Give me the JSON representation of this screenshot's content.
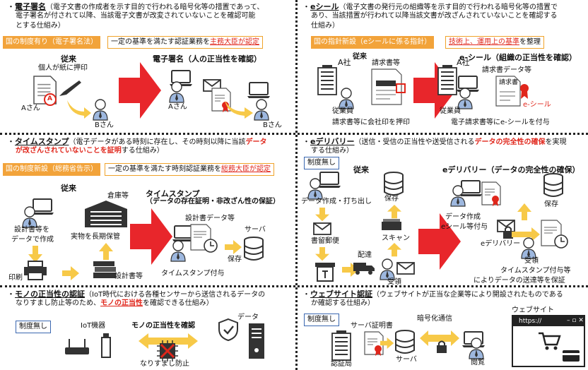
{
  "colors": {
    "accent_red": "#e0261b",
    "orange": "#f2a33a",
    "yellow": "#f7c948",
    "blue_border": "#3a67b0",
    "icon_blue": "#9db7de"
  },
  "esign": {
    "title": "電子署名",
    "desc_1": "（電子文書の作成者を示す目的で行われる暗号化等の措置であって、",
    "desc_2": "電子署名が付されて以降、当該電子文書が改変されていないことを確認可能",
    "desc_3": "とする仕組み）",
    "tag": "国の制度有り（電子署名法）",
    "box_a": "一定の基準を満たす認証業務を",
    "box_b": "主務大臣が認定",
    "left_head": "従来",
    "left_sub": "個人が紙に押印",
    "person_a": "Aさん",
    "person_b": "Bさん",
    "right_head": "電子署名（人の正当性を確認）",
    "r_person_a": "Aさん",
    "r_person_b": "Bさん",
    "stamp_mark": "A"
  },
  "eseal": {
    "title": "eシール",
    "desc_1": "（電子文書の発行元の組織等を示す目的で行われる暗号化等の措置で",
    "desc_2": "あり、当該措置が行われて以降当該文書が改ざんされていないことを確認する",
    "desc_3": "仕組み）",
    "tag": "国の指針新設（eシールに係る指針）",
    "box_a": "技術上、運用上の基準",
    "box_b": "を整理",
    "company": "A社",
    "left_head": "従来",
    "invoice": "請求書等",
    "invoice_inner": "請求書",
    "employee": "従業員",
    "left_caption": "請求書等に会社印を押印",
    "right_head": "e-シール（組織の正当性を確認）",
    "r_company": "A社",
    "r_invoice": "請求書データ等",
    "r_invoice_inner": "請求書",
    "r_seal": "e-シール",
    "r_employee": "従業員",
    "right_caption": "電子請求書等にe-シールを付与"
  },
  "timestamp": {
    "title": "タイムスタンプ",
    "desc_1": "（電子データがある時刻に存在し、その時刻以降に当該",
    "desc_red": "データ",
    "desc_2_red": "が改ざんされていないことを証明",
    "desc_2_end": "する仕組み）",
    "tag": "国の制度新設（総務省告示）",
    "box_a": "一定の基準を満たす時刻認証業務を",
    "box_b": "総務大臣が認定",
    "left_head": "従来",
    "warehouse": "倉庫等",
    "design_docs": "設計書等を",
    "design_docs2": "データで作成",
    "store": "実物を長期保管",
    "print": "印刷",
    "design_book": "設計書等",
    "right_head": "タイムスタンプ",
    "right_sub": "（データの存在証明・非改ざん性の保証）",
    "design_data": "設計書データ等",
    "server": "サーバ",
    "save": "保存",
    "grant": "タイムスタンプ付与"
  },
  "edelivery": {
    "title": "eデリバリー",
    "desc_1": "（送信・受信の正当性や送受信される",
    "desc_red": "データの完全性の確保",
    "desc_1_end": "を実現",
    "desc_2": "する仕組み）",
    "no_system": "制度無し",
    "left_head": "従来",
    "create_print": "データ作成・打ち出し",
    "save": "保存",
    "registered_mail": "書留郵便",
    "scan": "スキャン",
    "delivery": "配達",
    "receive": "受領",
    "right_head": "eデリバリー（データの完全性の確保）",
    "r_create_1": "データ作成",
    "r_create_2": "eシール等付与",
    "r_save": "保存",
    "r_edelivery": "eデリバリー",
    "r_recv_1": "受領",
    "r_recv_2": "タイムスタンプ付与等",
    "r_recv_3": "によりデータの送達等を保証"
  },
  "iot": {
    "title": "モノの正当性の認証",
    "desc_1": "（IoT時代における各種センサーから送信されるデータの",
    "desc_2": "なりすまし防止等のため、",
    "desc_red": "モノの正当性",
    "desc_2_end": "を確認できる仕組み）",
    "no_system": "制度無し",
    "device": "IoT機器",
    "check": "モノの正当性を確認",
    "data": "データ",
    "spoof": "なりすまし防止"
  },
  "website": {
    "title": "ウェブサイト認証",
    "desc_1": "（ウェブサイトが正当な企業等により開設されたものである",
    "desc_2": "か確認する仕組み）",
    "no_system": "制度無し",
    "cert": "サーバ証明書",
    "encrypted": "暗号化通信",
    "website": "ウェブサイト",
    "url": "https://",
    "auth_station": "認証局",
    "server": "サーバ",
    "browse": "閲覧"
  }
}
